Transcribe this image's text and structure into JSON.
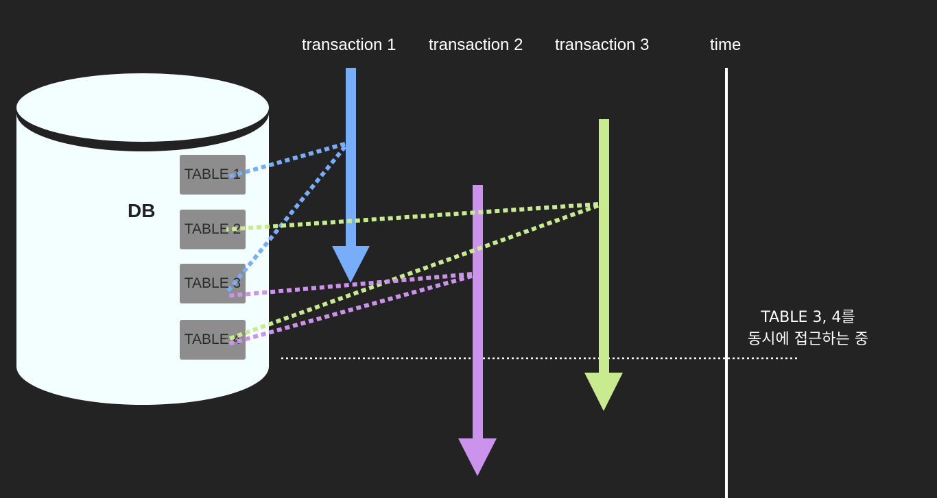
{
  "transactions": [
    {
      "label": "transaction 1",
      "color": "#78adfa"
    },
    {
      "label": "transaction 2",
      "color": "#cc93ec"
    },
    {
      "label": "transaction 3",
      "color": "#c9eb8f"
    }
  ],
  "time_label": "time",
  "db": {
    "label": "DB",
    "tables": [
      "TABLE 1",
      "TABLE 2",
      "TABLE 3",
      "TABLE 4"
    ]
  },
  "note": {
    "line1": "TABLE 3, 4를",
    "line2": "동시에 접근하는 중"
  },
  "colors": {
    "background": "#232323",
    "db_body": "#f3ffff",
    "table_box": "#8d8d8d",
    "time_line": "#ffffff"
  }
}
